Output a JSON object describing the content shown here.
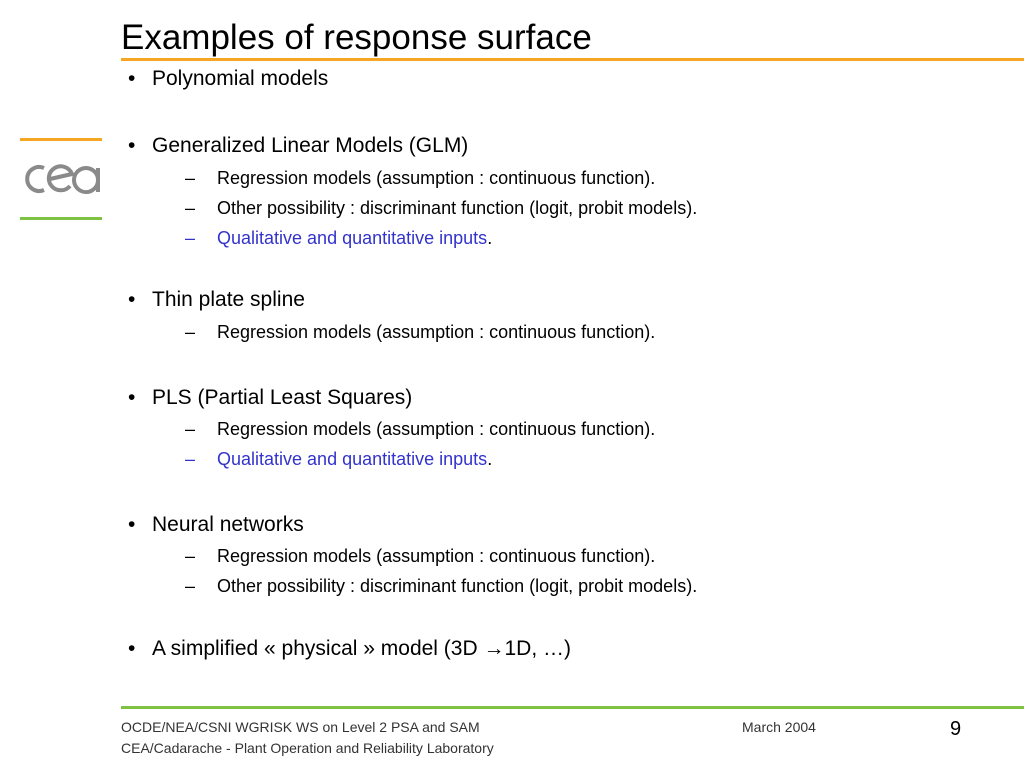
{
  "title": "Examples of response surface",
  "bullets": [
    {
      "text": "Polynomial models"
    },
    {
      "text": "Generalized Linear Models (GLM)"
    },
    {
      "text": "Thin plate spline"
    },
    {
      "text": "PLS (Partial Least Squares)"
    },
    {
      "text": "Neural networks"
    },
    {
      "text": "A simplified « physical » model (3D →1D, …)"
    }
  ],
  "subs": {
    "glm_1": "Regression models (assumption : continuous function).",
    "glm_2": "Other possibility : discriminant function (logit, probit models).",
    "glm_3": "Qualitative and quantitative inputs",
    "tps_1": "Regression models (assumption : continuous function).",
    "pls_1": "Regression models (assumption : continuous function).",
    "pls_2": "Qualitative and quantitative inputs",
    "nn_1": "Regression models (assumption : continuous function).",
    "nn_2": "Other possibility : discriminant function (logit, probit models)."
  },
  "glyphs": {
    "bullet": "•",
    "dash": "–",
    "period": "."
  },
  "footer": {
    "line1": "OCDE/NEA/CSNI WGRISK WS on Level 2 PSA and SAM",
    "line2": "CEA/Cadarache - Plant Operation and Reliability Laboratory",
    "date": "March 2004",
    "page": "9"
  },
  "logo": {
    "icon": "cea-logo",
    "text": "cea"
  },
  "colors": {
    "accent_orange": "#f5a623",
    "accent_green": "#7dc242",
    "link_blue": "#3333cc"
  }
}
